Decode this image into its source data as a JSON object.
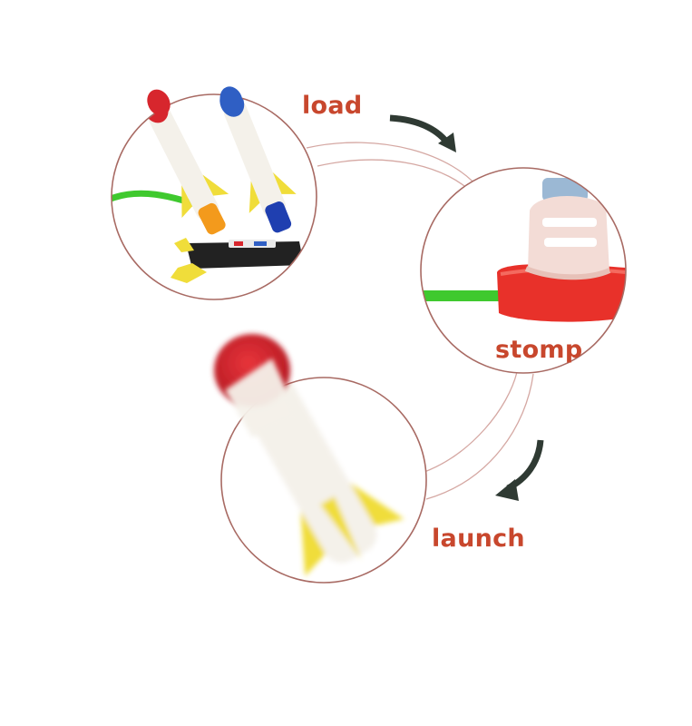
{
  "steps": [
    {
      "id": "load",
      "label": "load"
    },
    {
      "id": "stomp",
      "label": "stomp"
    },
    {
      "id": "launch",
      "label": "launch"
    }
  ],
  "colors": {
    "label": "#c8472d",
    "arrow": "#2f3a33",
    "ring": "#a86a63",
    "connector": "#d5a8a3",
    "rocket_body": "#f4f1ea",
    "rocket_tip_red": "#d7262d",
    "rocket_tip_blue": "#2f5fc4",
    "fin_yellow": "#f0dd3a",
    "fin_orange": "#f39a1c",
    "fin_blue": "#1f3fb0",
    "hose_green": "#3fc92e",
    "launcher_black": "#222222",
    "pump_red": "#e8312a",
    "shoe_pink": "#f3dcd6",
    "jeans_blue": "#9bb8d4"
  },
  "icons": [
    "curved-arrow-icon",
    "curved-arrow-icon"
  ]
}
